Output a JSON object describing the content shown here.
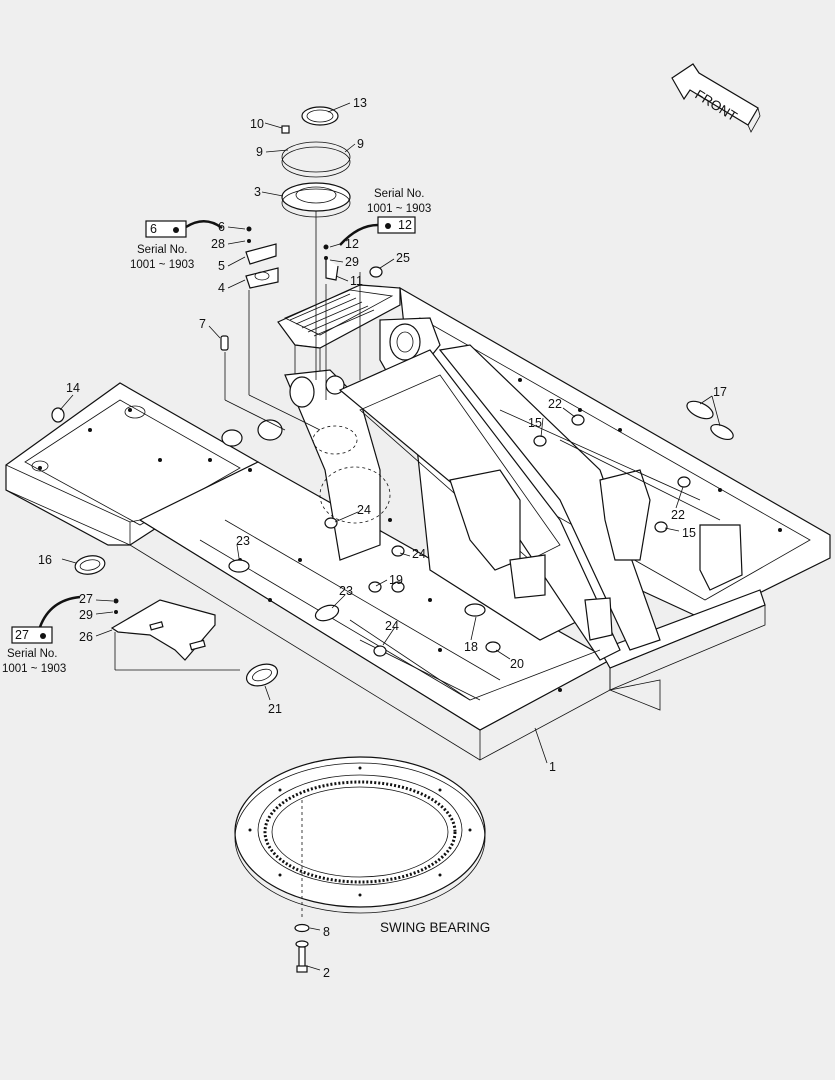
{
  "front_arrow": {
    "text": "FRONT"
  },
  "swing_bearing": {
    "text": "SWING BEARING"
  },
  "serial_notes": [
    {
      "id": "serial-top-right",
      "line1": "Serial No.",
      "line2": "1001 ~ 1903",
      "part": "12"
    },
    {
      "id": "serial-left-upper",
      "line1": "Serial No.",
      "line2": "1001 ~ 1903",
      "part": "6"
    },
    {
      "id": "serial-left-lower",
      "line1": "Serial No.",
      "line2": "1001 ~ 1903",
      "part": "27"
    }
  ],
  "callouts": [
    "1",
    "2",
    "3",
    "4",
    "5",
    "6",
    "7",
    "8",
    "9",
    "10",
    "11",
    "12",
    "13",
    "14",
    "15",
    "16",
    "17",
    "18",
    "19",
    "20",
    "21",
    "22",
    "23",
    "24",
    "25",
    "26",
    "27",
    "28",
    "29"
  ]
}
